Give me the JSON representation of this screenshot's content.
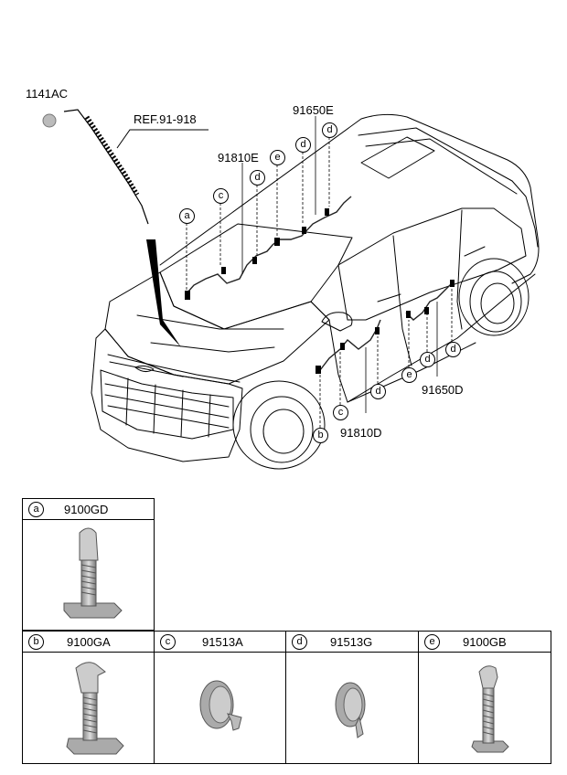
{
  "callouts": {
    "part_1141ac": "1141AC",
    "ref": "REF.91-918",
    "part_91650e": "91650E",
    "part_91810e": "91810E",
    "part_91650d": "91650D",
    "part_91810d": "91810D"
  },
  "markers": {
    "a": "a",
    "b": "b",
    "c": "c",
    "d": "d",
    "e": "e"
  },
  "parts_table": [
    {
      "key": "a",
      "code": "9100GD"
    },
    {
      "key": "b",
      "code": "9100GA"
    },
    {
      "key": "c",
      "code": "91513A"
    },
    {
      "key": "d",
      "code": "91513G"
    },
    {
      "key": "e",
      "code": "9100GB"
    }
  ]
}
